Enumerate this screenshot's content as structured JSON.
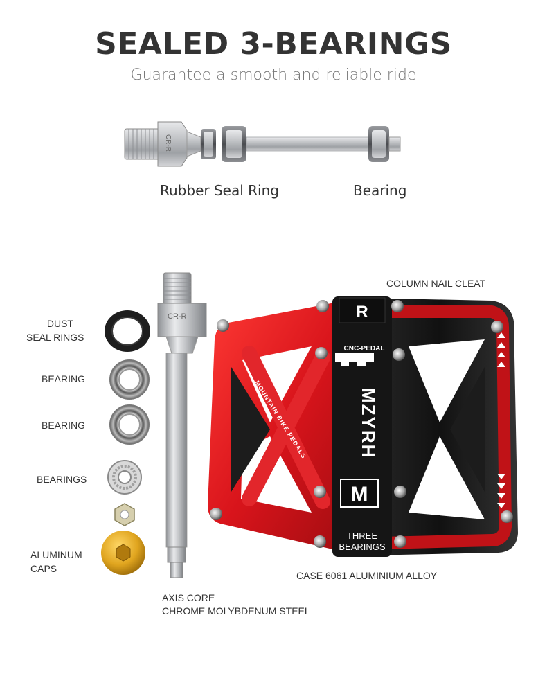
{
  "header": {
    "title": "SEALED 3-BEARINGS",
    "subtitle": "Guarantee a smooth and reliable ride"
  },
  "axle_labels": {
    "seal": "Rubber Seal Ring",
    "bearing": "Bearing",
    "axle_stamp": "CR-R"
  },
  "parts": {
    "dust_seal_line1": "DUST",
    "dust_seal_line2": "SEAL RINGS",
    "bearing1": "BEARING",
    "bearing2": "BEARING",
    "bearings": "BEARINGS",
    "caps_line1": "ALUMINUM",
    "caps_line2": "CAPS",
    "axis_line1": "AXIS CORE",
    "axis_line2": "CHROME MOLYBDENUM STEEL",
    "cleat": "COLUMN NAIL CLEAT",
    "case": "CASE 6061 ALUMINIUM ALLOY"
  },
  "pedal": {
    "r_mark": "R",
    "cnc": "CNC-PEDAL",
    "brand": "MZYRH",
    "side_text": "MOUNTAIN BIKE PEDALS",
    "three_line1": "THREE",
    "three_line2": "BEARINGS",
    "m_logo": "M"
  },
  "colors": {
    "pedal_red": "#d8141b",
    "pedal_black": "#1c1c1c",
    "cap_gold": "#d9a520",
    "steel": "#b8babd"
  }
}
